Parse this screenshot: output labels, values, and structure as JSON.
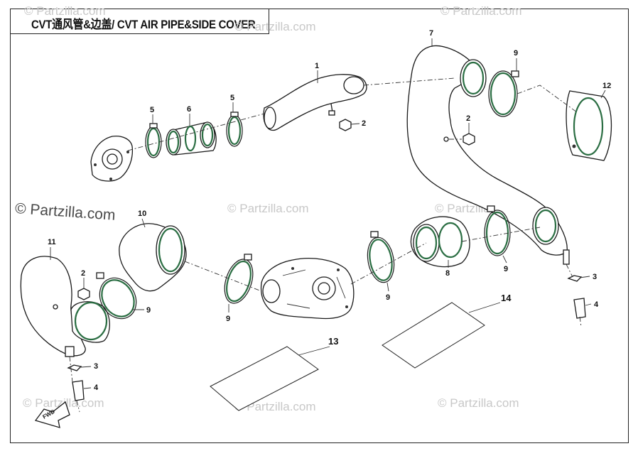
{
  "diagram": {
    "title": "CVT通风管&边盖/ CVT AIR PIPE&SIDE COVER",
    "watermark_main": "© Partzilla.com",
    "watermark_faint": "© Partzilla.com",
    "fwd_label": "FWD",
    "callouts": {
      "c1": "1",
      "c2a": "2",
      "c5a": "5",
      "c6": "6",
      "c5b": "5",
      "c7": "7",
      "c9a": "9",
      "c12": "12",
      "c2b": "2",
      "c10": "10",
      "c11": "11",
      "c2c": "2",
      "c9b": "9",
      "c9c": "9",
      "c9d": "9",
      "c8": "8",
      "c9e": "9",
      "c3a": "3",
      "c4a": "4",
      "c3b": "3",
      "c4b": "4",
      "c13": "13",
      "c14": "14"
    }
  }
}
